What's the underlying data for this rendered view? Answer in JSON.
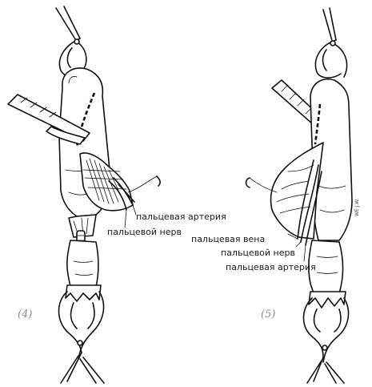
{
  "panels": [
    {
      "number": "(4)",
      "labels": {
        "artery": "пальцевая артерия",
        "nerve": "пальцевой нерв"
      }
    },
    {
      "number": "(5)",
      "labels": {
        "vein": "пальцевая вена",
        "nerve": "пальцевой нерв",
        "artery": "пальцевая артерия"
      },
      "signature": "WE·J.W."
    }
  ]
}
